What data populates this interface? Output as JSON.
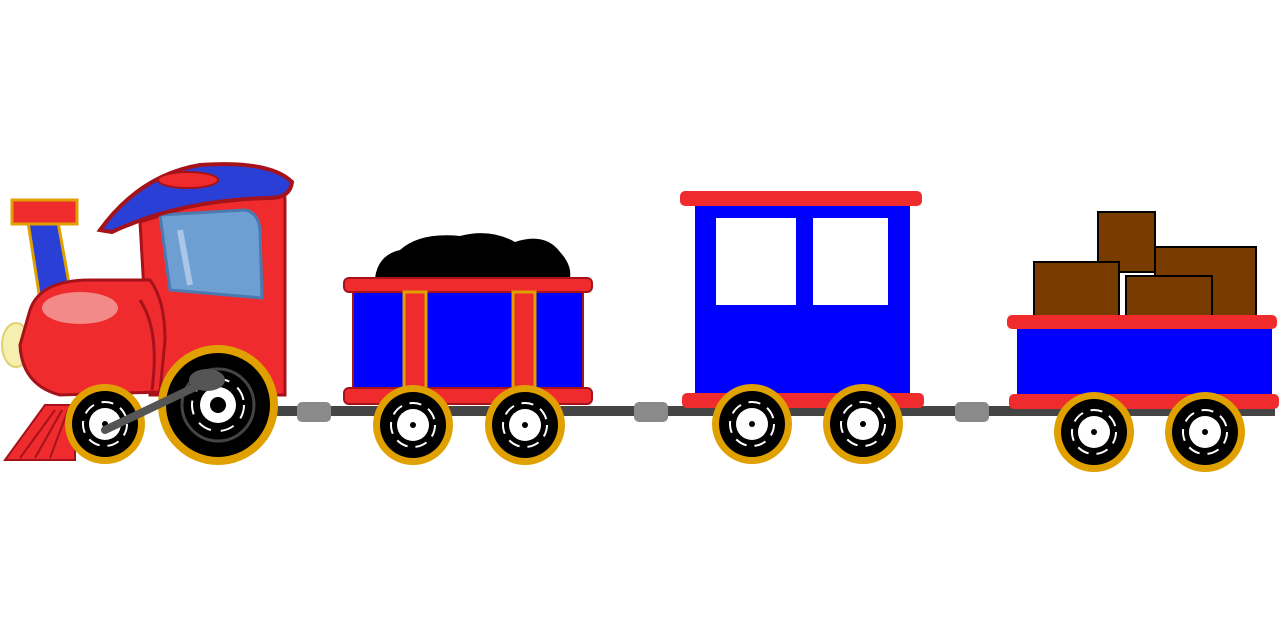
{
  "scene": {
    "subject": "cartoon-train",
    "parts": [
      "locomotive",
      "coal-car",
      "passenger-car",
      "cargo-flatcar"
    ]
  },
  "colors": {
    "background": "#ffffff",
    "red": "#ef2b2d",
    "dark_red": "#a5121a",
    "blue": "#0000ff",
    "window_blue": "#6e9fd3",
    "gold": "#e0a100",
    "black": "#000000",
    "coal": "#000000",
    "crate_brown": "#7a3b00",
    "coupler_gray": "#8a8a8a",
    "rail_dark": "#444444"
  }
}
